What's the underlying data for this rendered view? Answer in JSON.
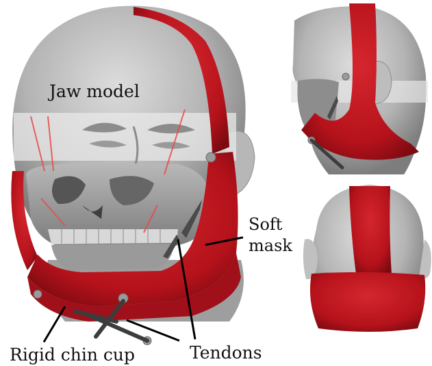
{
  "labels": {
    "jaw_model": "Jaw model",
    "soft_mask_line1": "Soft",
    "soft_mask_line2": "mask",
    "rigid_chin_cup": "Rigid chin cup",
    "tendons": "Tendons"
  },
  "colors": {
    "mask_red": "#b5121b",
    "mask_dark": "#7a0a10",
    "head_gray": "#a9a9a9",
    "skull_gray": "#8f8f8f",
    "tendon_gray": "#3c3c3c",
    "tendon_red": "#e84a4a"
  }
}
